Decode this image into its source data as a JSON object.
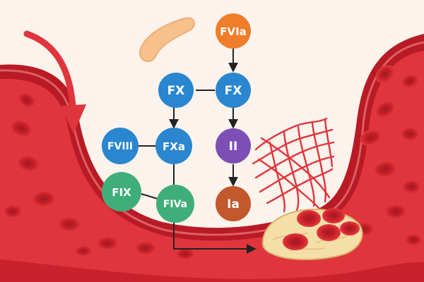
{
  "nodes": {
    "fvia": {
      "label": "FVIa",
      "color": "#ef7d2a"
    },
    "fx_a": {
      "label": "FX",
      "color": "#2a86cf"
    },
    "fx_b": {
      "label": "FX",
      "color": "#2a86cf"
    },
    "fviii": {
      "label": "FVIII",
      "color": "#2a86cf"
    },
    "fxa": {
      "label": "FXa",
      "color": "#2a86cf"
    },
    "ii": {
      "label": "II",
      "color": "#7d4fb5"
    },
    "fix": {
      "label": "FIX",
      "color": "#3fae78"
    },
    "fiva": {
      "label": "FIVa",
      "color": "#3fae78"
    },
    "ia": {
      "label": "Ia",
      "color": "#c2582c"
    }
  },
  "colors": {
    "background": "#fbf3ec",
    "vessel_wall": "#c9222c",
    "vessel_lumen": "#e0353d",
    "red_cell": "#d8232b",
    "fibrin": "#e0353d",
    "clot": "#f5dfa8",
    "flow_arrow": "#e0353d",
    "connector": "#222222"
  },
  "icons": [
    "blood-flow-arrow-icon",
    "vessel-icon",
    "fibrin-mesh-icon",
    "clot-icon",
    "red-blood-cell-icon"
  ]
}
